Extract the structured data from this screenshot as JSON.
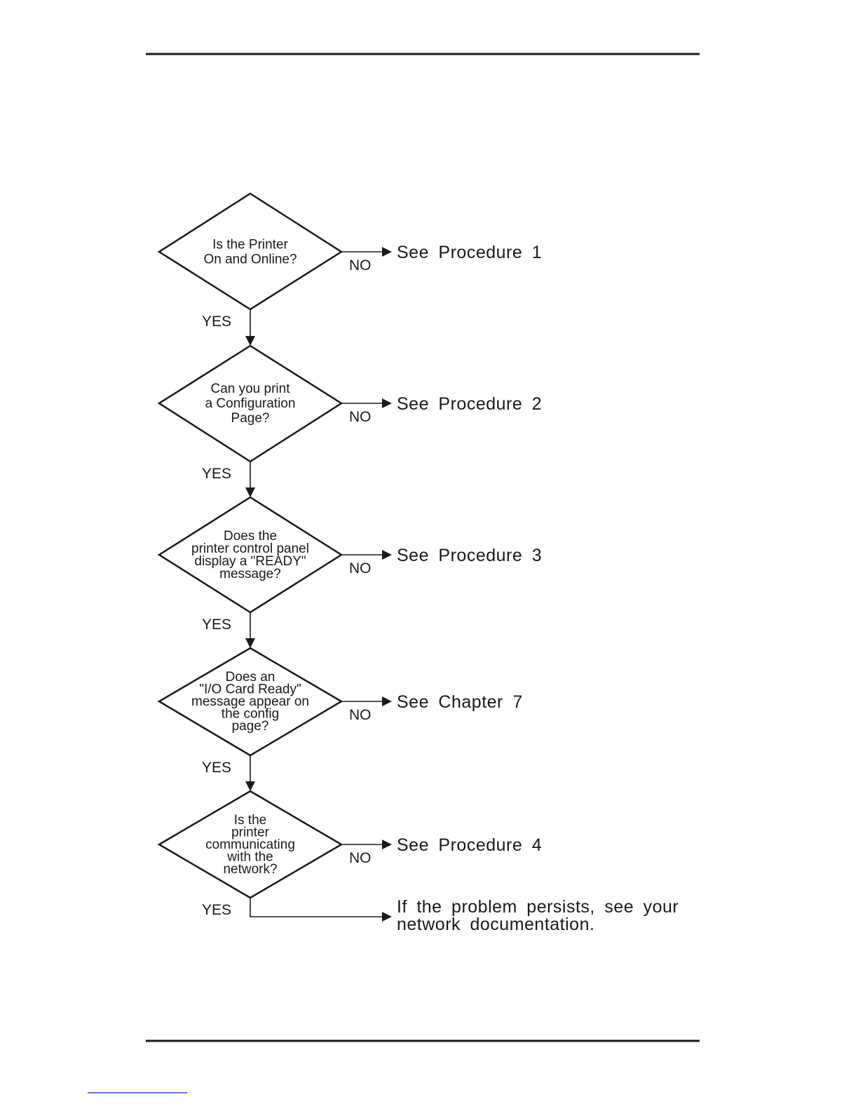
{
  "nodes": [
    {
      "id": "q1",
      "lines": [
        "Is the Printer",
        "On and Online?"
      ],
      "no_label": "NO",
      "yes_label": "YES",
      "result": "See  Procedure  1"
    },
    {
      "id": "q2",
      "lines": [
        "Can you print",
        "a Configuration",
        "Page?"
      ],
      "no_label": "NO",
      "yes_label": "YES",
      "result": "See  Procedure  2"
    },
    {
      "id": "q3",
      "lines": [
        "Does the",
        "printer control panel",
        "display a \"READY\"",
        "message?"
      ],
      "no_label": "NO",
      "yes_label": "YES",
      "result": "See  Procedure  3"
    },
    {
      "id": "q4",
      "lines": [
        "Does an",
        "\"I/O Card Ready\"",
        "message appear on",
        "the config",
        "page?"
      ],
      "no_label": "NO",
      "yes_label": "YES",
      "result": "See  Chapter  7"
    },
    {
      "id": "q5",
      "lines": [
        "Is the",
        "printer",
        "communicating",
        "with the",
        "network?"
      ],
      "no_label": "NO",
      "yes_label": "YES",
      "result": "See  Procedure  4"
    }
  ],
  "final": {
    "lines": [
      "If  the  problem  persists,  see  your",
      "network  documentation."
    ]
  }
}
